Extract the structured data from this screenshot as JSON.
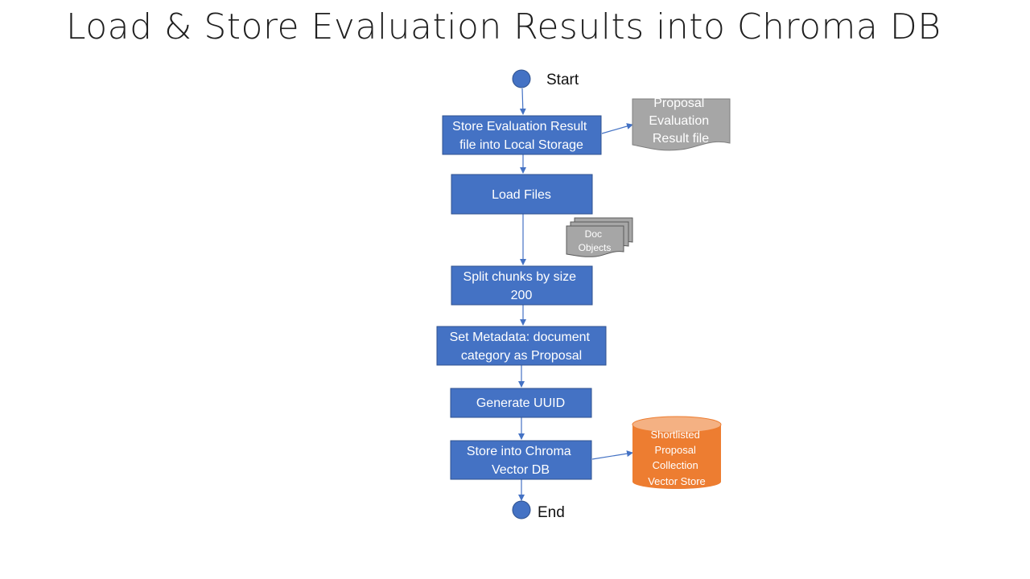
{
  "title": "Load & Store Evaluation Results into Chroma DB",
  "colors": {
    "process": "#4472C4",
    "process_border": "#2F528F",
    "document": "#A6A6A6",
    "database": "#ED7D31",
    "database_top": "#F4B183",
    "connector": "#4472C4"
  },
  "flow": {
    "start": "Start",
    "end": "End",
    "steps": [
      {
        "id": "store_local",
        "lines": [
          "Store Evaluation Result",
          "file into Local Storage"
        ]
      },
      {
        "id": "load_files",
        "lines": [
          "Load Files"
        ]
      },
      {
        "id": "split_chunks",
        "lines": [
          "Split chunks by size",
          "200"
        ]
      },
      {
        "id": "set_metadata",
        "lines": [
          "Set Metadata: document",
          "category as Proposal"
        ]
      },
      {
        "id": "generate_uuid",
        "lines": [
          "Generate UUID"
        ]
      },
      {
        "id": "store_chroma",
        "lines": [
          "Store into Chroma",
          "Vector DB"
        ]
      }
    ]
  },
  "artifacts": {
    "evaluation_file": {
      "lines": [
        "Proposal",
        "Evaluation",
        "Result file"
      ],
      "shape": "document"
    },
    "doc_objects": {
      "lines": [
        "Doc",
        "Objects"
      ],
      "shape": "multi-document"
    },
    "vector_store": {
      "lines": [
        "Shortlisted",
        "Proposal",
        "Collection",
        "Vector Store"
      ],
      "shape": "cylinder"
    }
  }
}
